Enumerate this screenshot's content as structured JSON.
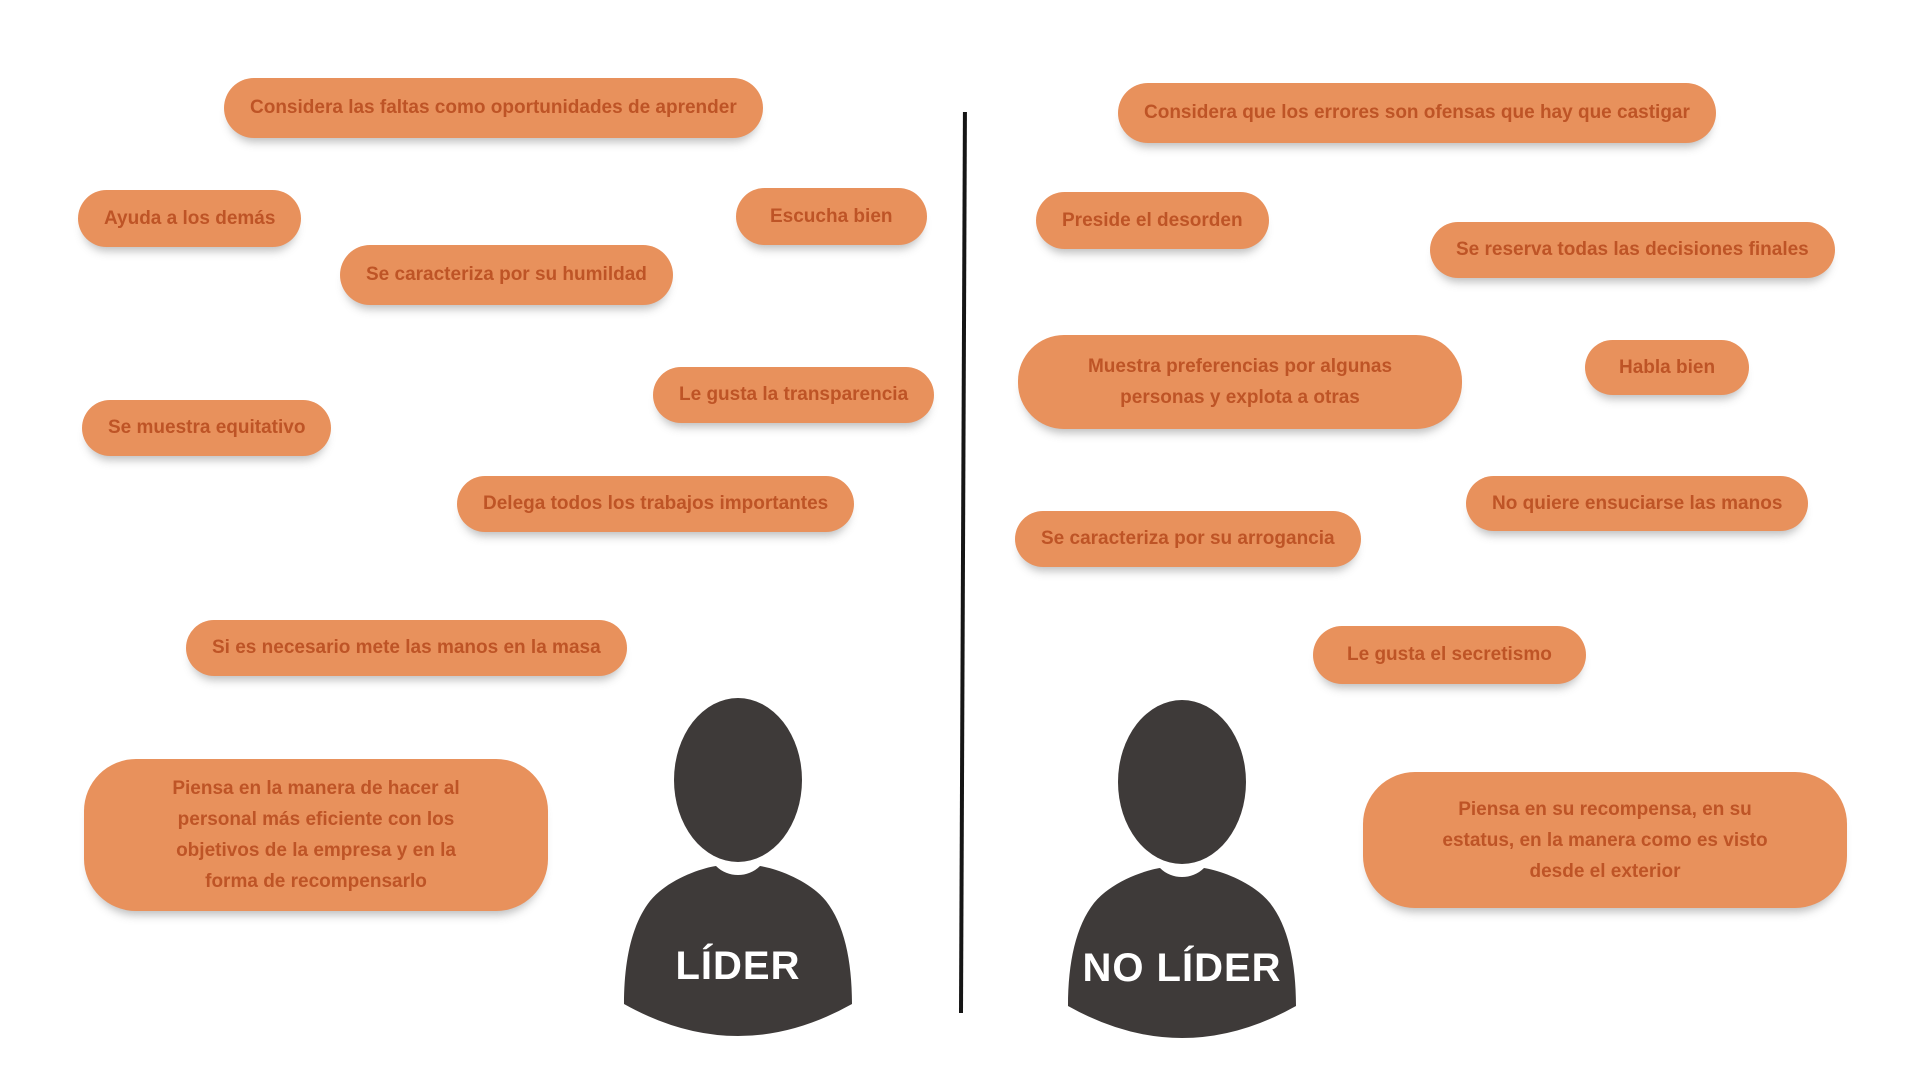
{
  "diagram": {
    "divider_color": "#151515",
    "pill_bg": "#E8915C",
    "pill_text_color": "#BE5426",
    "figure_color": "#3E3A39",
    "figure_label_color": "#FFFFFF"
  },
  "left": {
    "figure_label": "LÍDER",
    "pills": {
      "faltas": "Considera las faltas como oportunidades de aprender",
      "ayuda": "Ayuda a los demás",
      "escucha": "Escucha bien",
      "humildad": "Se caracteriza por su humildad",
      "transparencia": "Le gusta la transparencia",
      "equitativo": "Se muestra equitativo",
      "delega": "Delega todos los trabajos importantes",
      "masa": "Si es necesario mete las manos en la masa"
    },
    "big_pill_lines": [
      "Piensa en la manera de hacer al",
      "personal más eficiente con los",
      "objetivos de la empresa y en la",
      "forma de recompensarlo"
    ]
  },
  "right": {
    "figure_label": "NO LÍDER",
    "pills": {
      "errores": "Considera que los errores son ofensas que hay que castigar",
      "preside": "Preside el desorden",
      "reserva": "Se reserva todas las decisiones finales",
      "habla": "Habla bien",
      "no_ensuciarse": "No quiere ensuciarse las manos",
      "arrogancia": "Se caracteriza por su arrogancia",
      "secretismo": "Le gusta el secretismo"
    },
    "preferencias_lines": [
      "Muestra preferencias por algunas",
      "personas y explota a otras"
    ],
    "big_pill_lines": [
      "Piensa en su recompensa, en su",
      "estatus, en la manera como es visto",
      "desde el exterior"
    ]
  }
}
